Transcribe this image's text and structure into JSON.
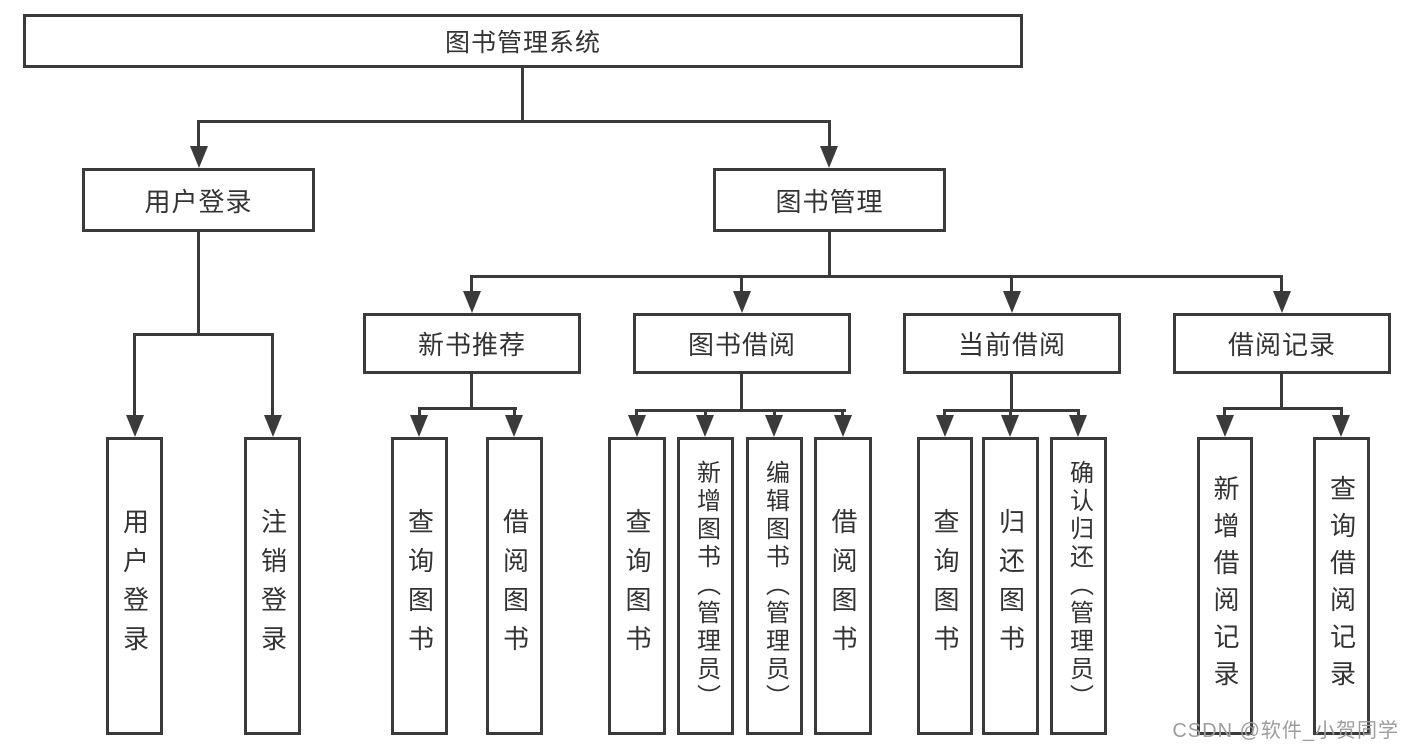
{
  "diagram": {
    "root": {
      "label": "图书管理系统"
    },
    "branches": [
      {
        "label": "用户登录",
        "children": [
          {
            "label": "用户登录"
          },
          {
            "label": "注销登录"
          }
        ]
      },
      {
        "label": "图书管理",
        "children": [
          {
            "label": "新书推荐",
            "children": [
              {
                "label": "查询图书"
              },
              {
                "label": "借阅图书"
              }
            ]
          },
          {
            "label": "图书借阅",
            "children": [
              {
                "label": "查询图书"
              },
              {
                "label": "新增图书（管理员）"
              },
              {
                "label": "编辑图书（管理员）"
              },
              {
                "label": "借阅图书"
              }
            ]
          },
          {
            "label": "当前借阅",
            "children": [
              {
                "label": "查询图书"
              },
              {
                "label": "归还图书"
              },
              {
                "label": "确认归还（管理员）"
              }
            ]
          },
          {
            "label": "借阅记录",
            "children": [
              {
                "label": "新增借阅记录"
              },
              {
                "label": "查询借阅记录"
              }
            ]
          }
        ]
      }
    ]
  },
  "watermark": "CSDN @软件_小贺同学",
  "colors": {
    "line": "#3a3a3a",
    "text": "#333333",
    "watermark": "#9d9d9d",
    "background": "#ffffff"
  }
}
